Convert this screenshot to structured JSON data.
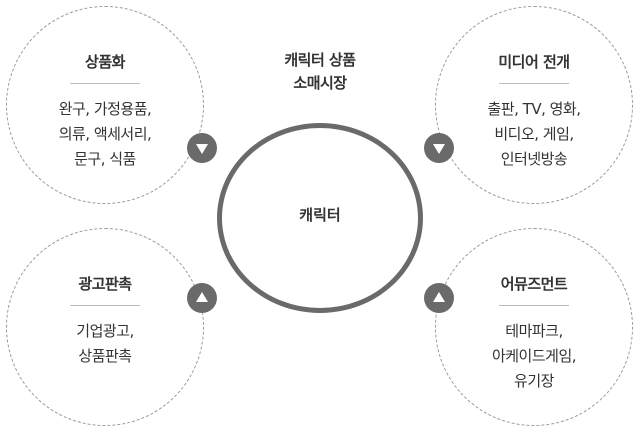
{
  "center": {
    "label": "캐릭터"
  },
  "market": {
    "line1": "캐릭터 상품",
    "line2": "소매시장"
  },
  "nodes": {
    "merchandising": {
      "title": "상품화",
      "lines": [
        "완구, 가정용품,",
        "의류, 액세서리,",
        "문구, 식품"
      ]
    },
    "media": {
      "title": "미디어 전개",
      "lines": [
        "출판, TV, 영화,",
        "비디오, 게임,",
        "인터넷방송"
      ]
    },
    "advertising": {
      "title": "광고판촉",
      "lines": [
        "기업광고,",
        "상품판촉"
      ]
    },
    "amusement": {
      "title": "어뮤즈먼트",
      "lines": [
        "테마파크,",
        "아케이드게임,",
        "유기장"
      ]
    }
  },
  "arrows": {
    "merchandising": "triangle-down-icon",
    "media": "triangle-down-icon",
    "advertising": "triangle-up-icon",
    "amusement": "triangle-up-icon"
  },
  "colors": {
    "dark": "#6a6a6a",
    "text": "#333333",
    "dashed": "#9a9a9a"
  }
}
